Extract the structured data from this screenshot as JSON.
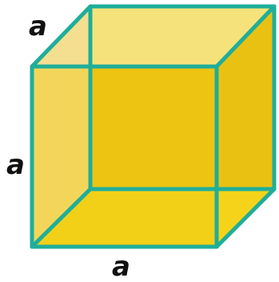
{
  "diagram": {
    "labels": {
      "top_edge": "a",
      "left_edge": "a",
      "bottom_edge": "a"
    },
    "colors": {
      "edge": "#1FAE9A",
      "front_face": "#F2CC16",
      "back_face": "#E8BE0E",
      "top_face": "#F6E27A",
      "left_face": "#F4DE90",
      "bottom_face": "#F5D31A",
      "right_face": "#E9C112",
      "label": "#111111"
    }
  }
}
